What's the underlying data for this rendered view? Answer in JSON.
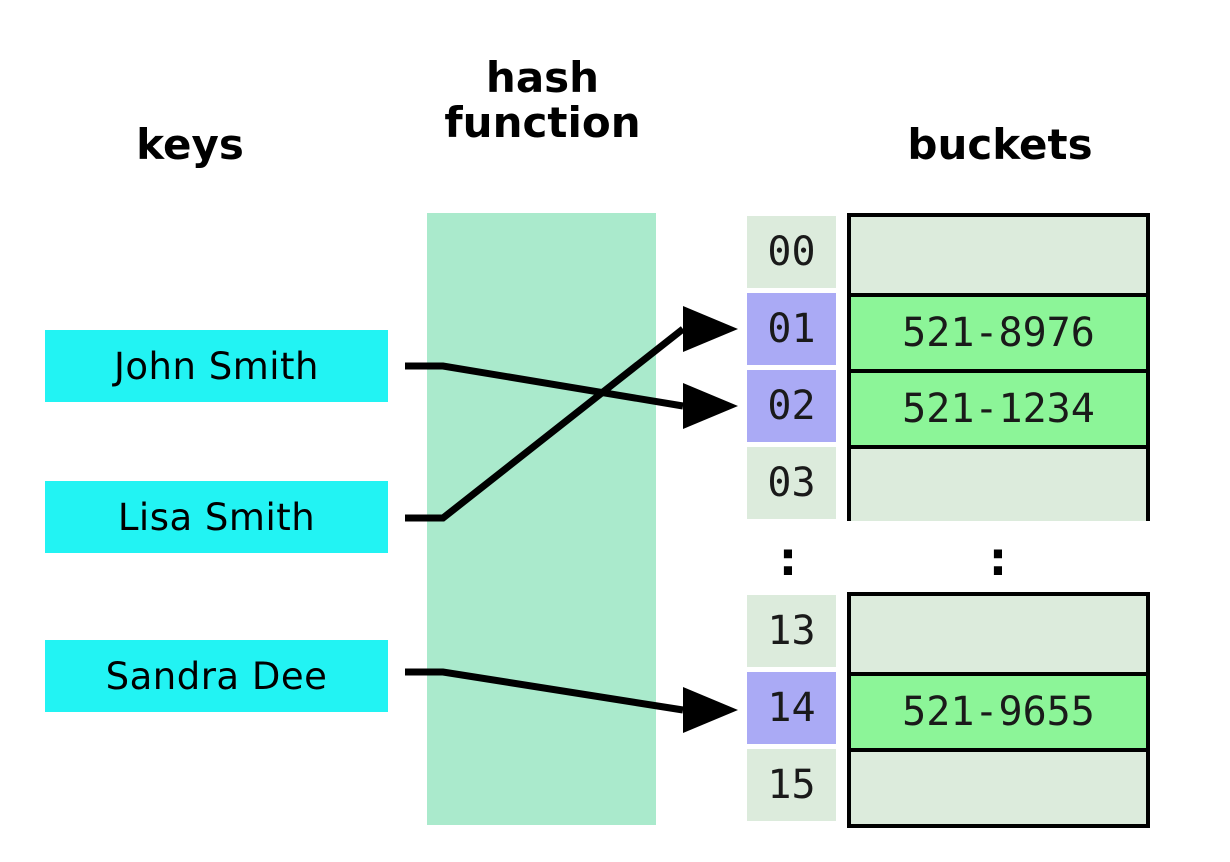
{
  "headers": {
    "keys": "keys",
    "hash_function": "hash\nfunction",
    "buckets": "buckets"
  },
  "keys": [
    {
      "label": "John Smith",
      "maps_to_index": "02"
    },
    {
      "label": "Lisa Smith",
      "maps_to_index": "01"
    },
    {
      "label": "Sandra Dee",
      "maps_to_index": "14"
    }
  ],
  "index_column": {
    "upper": [
      {
        "index": "00",
        "active": false
      },
      {
        "index": "01",
        "active": true
      },
      {
        "index": "02",
        "active": true
      },
      {
        "index": "03",
        "active": false
      }
    ],
    "ellipsis": ":",
    "lower": [
      {
        "index": "13",
        "active": false
      },
      {
        "index": "14",
        "active": true
      },
      {
        "index": "15",
        "active": false
      }
    ]
  },
  "buckets": {
    "upper": [
      {
        "value": "",
        "filled": false
      },
      {
        "value": "521-8976",
        "filled": true
      },
      {
        "value": "521-1234",
        "filled": true
      },
      {
        "value": "",
        "filled": false
      }
    ],
    "ellipsis": ":",
    "lower": [
      {
        "value": "",
        "filled": false
      },
      {
        "value": "521-9655",
        "filled": true
      },
      {
        "value": "",
        "filled": false
      }
    ]
  },
  "colors": {
    "key_box": "#22f3f3",
    "hash_band": "#aaeacc",
    "index_plain": "#dcebdc",
    "index_active": "#aaaaf5",
    "bucket_empty": "#dcebdc",
    "bucket_filled": "#8cf598",
    "stroke": "#000000"
  }
}
